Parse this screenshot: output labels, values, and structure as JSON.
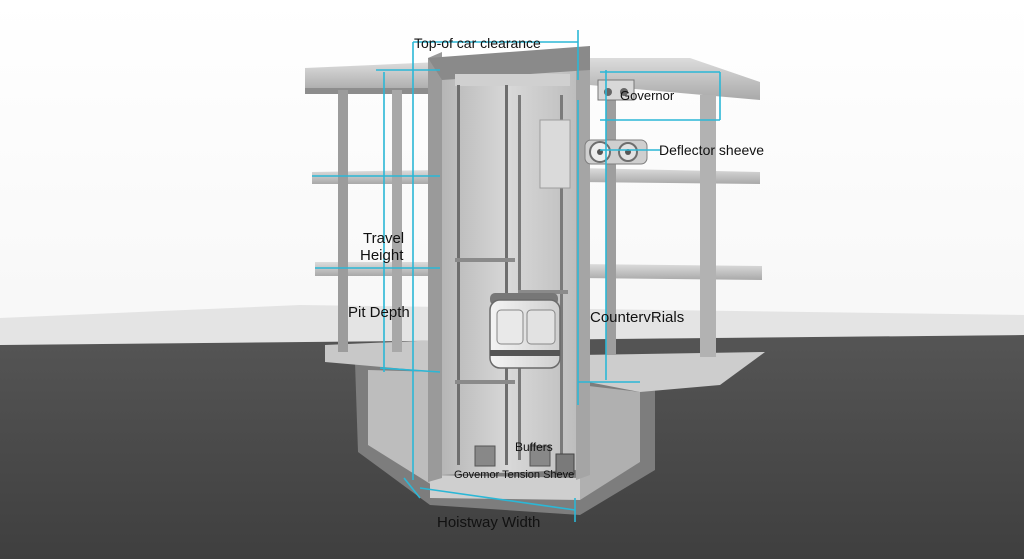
{
  "labels": {
    "top_clearance": "Top-of car clearance",
    "governor": "Governor",
    "deflector": "Deflector sheeve",
    "travel_line1": "Travel",
    "travel_line2": "Height",
    "pit_depth": "Pit Depth",
    "counter_rails": "CountervRials",
    "buffers": "Buffers",
    "tension_sheave": "Govemor Tension Sheve",
    "hoistway_width": "Hoistway Width"
  },
  "colors": {
    "dimension_line": "#2bb7d6",
    "ground": "#4a4a4a",
    "concrete": "#c9c9c9",
    "concrete_dark": "#8f8f8f"
  }
}
